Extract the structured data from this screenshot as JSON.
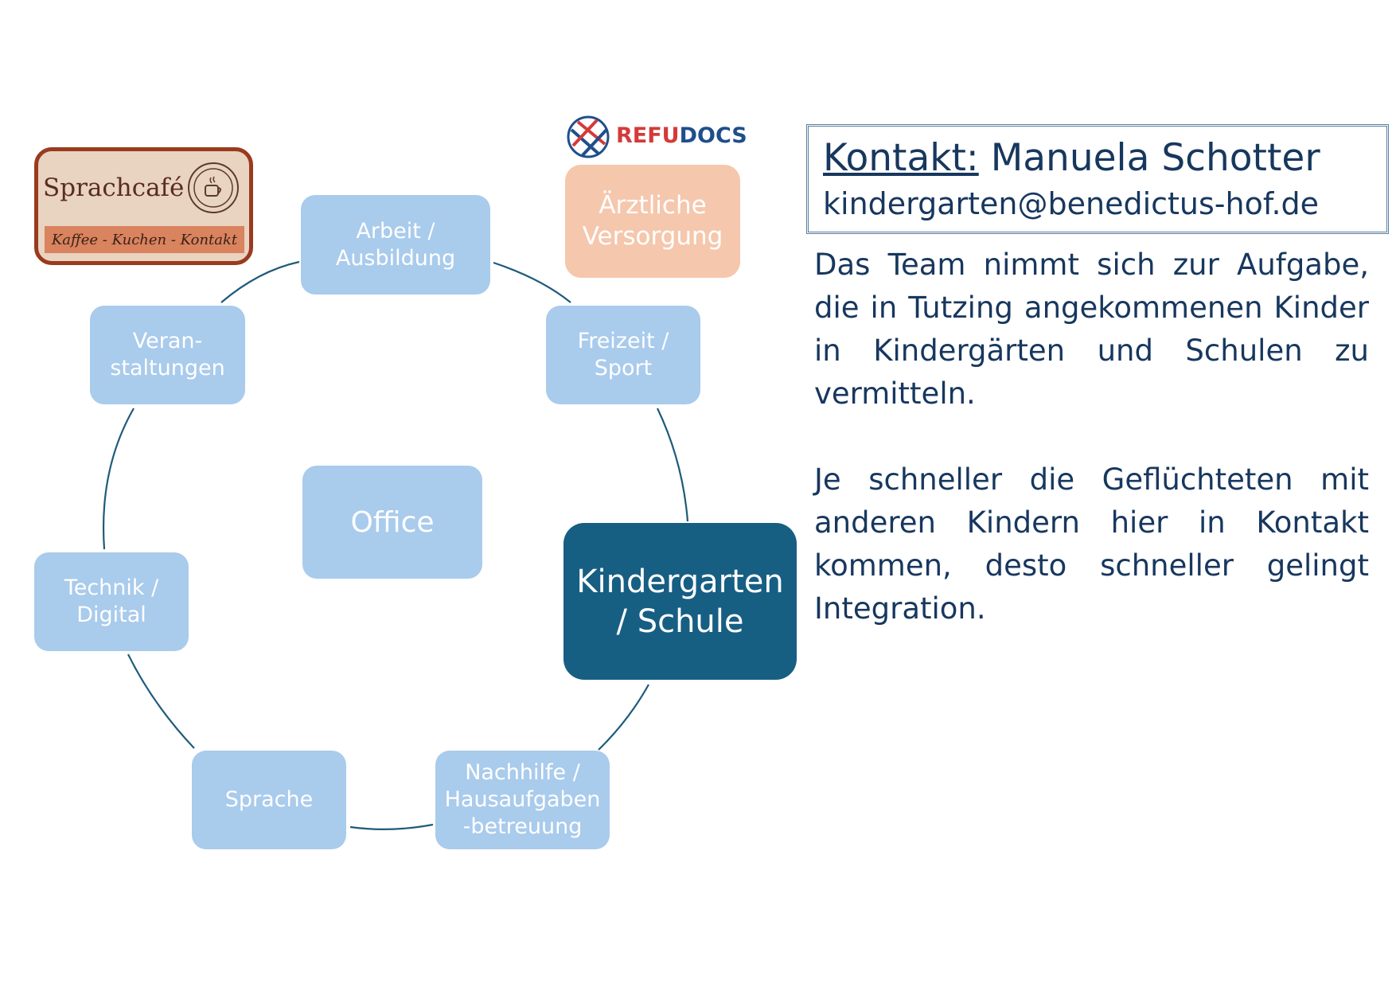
{
  "logos": {
    "sprachcafe": {
      "title": "Sprachcafé",
      "tagline": "Kaffee - Kuchen - Kontakt"
    },
    "refudocs": {
      "name_part1": "REFU",
      "name_part2": "DOCS",
      "color_part1": "#d43a3a",
      "color_part2": "#1f4e8c"
    }
  },
  "diagram": {
    "center": "Office",
    "active": "Kindergarten\n/ Schule",
    "medical": "Ärztliche\nVersorgung",
    "nodes": {
      "arbeit": "Arbeit /\nAusbildung",
      "freizeit": "Freizeit /\nSport",
      "nachhilfe": "Nachhilfe  /\nHausaufgaben\n-betreuung",
      "sprache": "Sprache",
      "technik": "Technik /\nDigital",
      "veranstaltungen": "Veran-\nstaltungen"
    }
  },
  "contact": {
    "label": "Kontakt:",
    "name": "Manuela Schotter",
    "email": "kindergarten@benedictus-hof.de"
  },
  "paragraphs": [
    "Das Team nimmt sich zur Aufgabe, die in Tutzing angekommenen Kinder in Kindergärten und Schulen zu vermitteln.",
    "Je schneller die Geflüchteten mit anderen Kindern hier in Kontakt kommen, desto schneller gelingt Integration."
  ],
  "colors": {
    "node_light": "#a9cbec",
    "node_active": "#175e83",
    "node_medical": "#f5c7ad",
    "ring_line": "#1d5b7a",
    "text_dark": "#17375e"
  }
}
